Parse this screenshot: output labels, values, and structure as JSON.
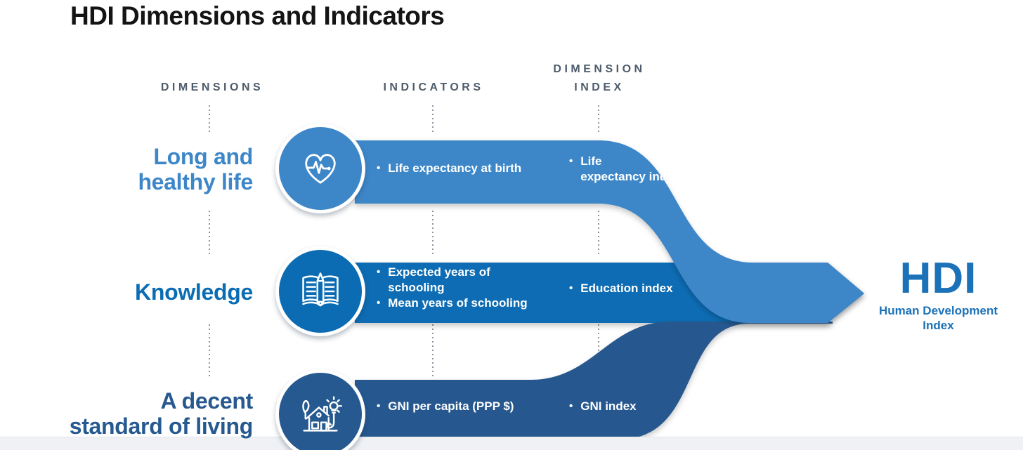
{
  "title": "HDI Dimensions and Indicators",
  "column_headers": {
    "dimensions": "DIMENSIONS",
    "indicators": "INDICATORS",
    "dimension_index": "DIMENSION INDEX"
  },
  "rows": [
    {
      "dimension": "Long and healthy life",
      "dimension_lines": [
        "Long and",
        "healthy life"
      ],
      "icon": "heart-pulse-icon",
      "indicators": [
        [
          "Life expectancy at birth"
        ]
      ],
      "index_lines": [
        "Life",
        "expectancy index"
      ],
      "band_color": "#3d87c9"
    },
    {
      "dimension": "Knowledge",
      "dimension_lines": [
        "Knowledge"
      ],
      "icon": "open-book-pencil-icon",
      "indicators": [
        [
          "Expected years of",
          "schooling"
        ],
        [
          "Mean years of schooling"
        ]
      ],
      "index_lines": [
        "Education index"
      ],
      "band_color": "#0b6cb3"
    },
    {
      "dimension": "A decent standard of living",
      "dimension_lines": [
        "A decent",
        "standard of living"
      ],
      "icon": "house-tree-bulb-icon",
      "indicators": [
        [
          "GNI per capita (PPP $)"
        ]
      ],
      "index_lines": [
        "GNI index"
      ],
      "band_color": "#26598f"
    }
  ],
  "result": {
    "abbr": "HDI",
    "subtitle_lines": [
      "Human Development",
      "Index"
    ]
  },
  "colors": {
    "band_light_blue": "#3d87c9",
    "band_medium_blue": "#0b6cb3",
    "band_navy": "#26598f",
    "title_text": "#141414",
    "header_text": "#4d5c6b",
    "hdi_text": "#1b72b8",
    "band_text": "#ffffff",
    "dashed_line": "#8b96a2",
    "footer_strip": "#eff1f4"
  }
}
